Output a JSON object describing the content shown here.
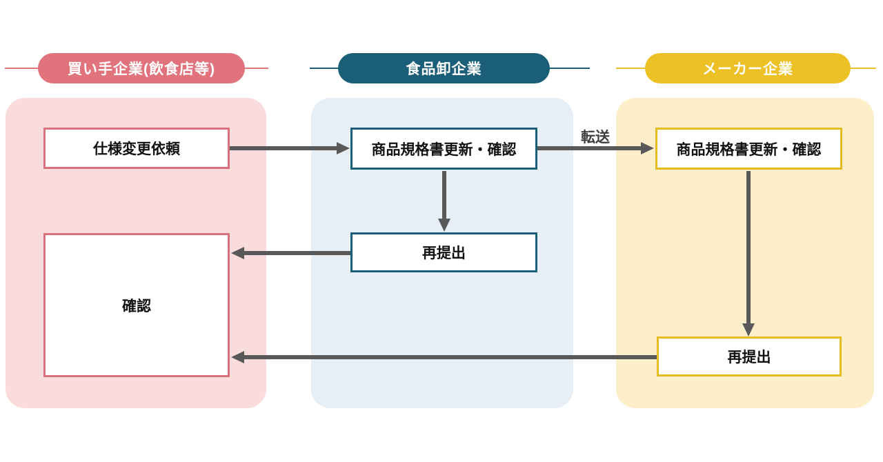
{
  "diagram": {
    "type": "flowchart",
    "arrow_color": "#595959",
    "columns": [
      {
        "id": "buyer",
        "header": "買い手企業(飲食店等)",
        "accent": "#e0737c",
        "panel_bg": "#fbdcdd",
        "box_border": "#d9717d",
        "nodes": [
          {
            "label": "仕様変更依頼"
          },
          {
            "label": "確認"
          }
        ]
      },
      {
        "id": "wholesale",
        "header": "食品卸企業",
        "accent": "#1b5e77",
        "panel_bg": "#e6eef6",
        "box_border": "#1b5e77",
        "nodes": [
          {
            "label": "商品規格書更新・確認"
          },
          {
            "label": "再提出"
          }
        ]
      },
      {
        "id": "maker",
        "header": "メーカー企業",
        "accent": "#edc125",
        "panel_bg": "#fcefca",
        "box_border": "#e4bc22",
        "nodes": [
          {
            "label": "商品規格書更新・確認"
          },
          {
            "label": "再提出"
          }
        ]
      }
    ],
    "edges": [
      {
        "from": "buyer.仕様変更依頼",
        "to": "wholesale.商品規格書更新・確認",
        "label": ""
      },
      {
        "from": "wholesale.商品規格書更新・確認",
        "to": "maker.商品規格書更新・確認",
        "label": "転送"
      },
      {
        "from": "wholesale.商品規格書更新・確認",
        "to": "wholesale.再提出",
        "label": ""
      },
      {
        "from": "wholesale.再提出",
        "to": "buyer.確認",
        "label": ""
      },
      {
        "from": "maker.商品規格書更新・確認",
        "to": "maker.再提出",
        "label": ""
      },
      {
        "from": "maker.再提出",
        "to": "buyer.確認",
        "label": ""
      }
    ]
  }
}
